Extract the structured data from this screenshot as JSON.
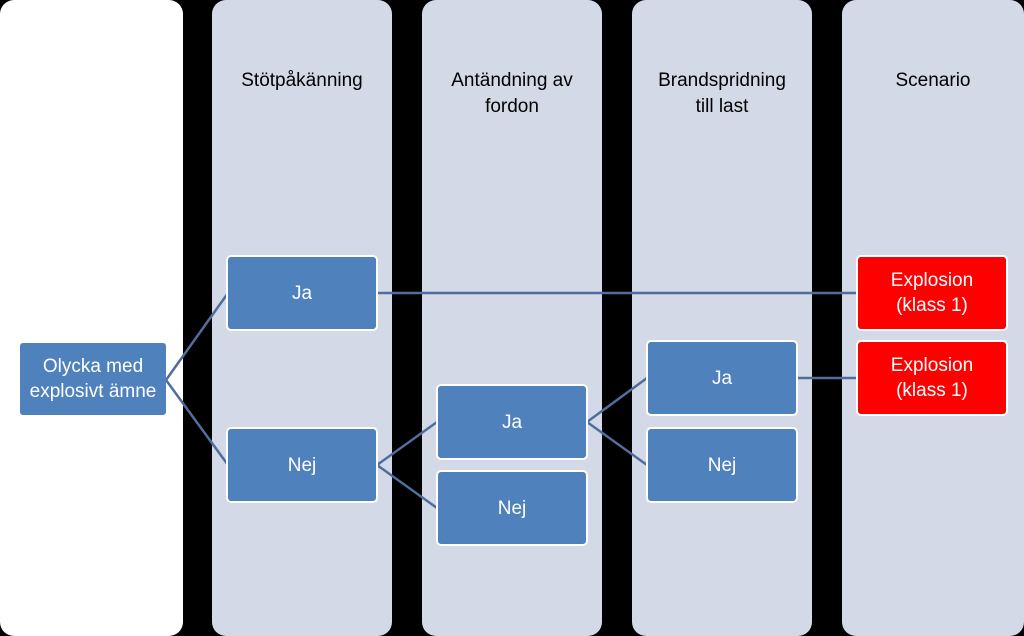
{
  "colors": {
    "background": "#000000",
    "column": "#d3d9e7",
    "box": "#4f81bd",
    "scenario_box": "#ff0000",
    "edge": "#4f6e9c"
  },
  "columns": {
    "stot": "Stötpåkänning",
    "antandning": "Antändning av\nfordon",
    "brand": "Brandspridning\ntill last",
    "scenario": "Scenario"
  },
  "nodes": {
    "root": "Olycka med\nexplosivt ämne",
    "stot_ja": "Ja",
    "stot_nej": "Nej",
    "ant_ja": "Ja",
    "ant_nej": "Nej",
    "brand_ja": "Ja",
    "brand_nej": "Nej",
    "scenario_1": "Explosion\n(klass 1)",
    "scenario_2": "Explosion\n(klass 1)"
  }
}
